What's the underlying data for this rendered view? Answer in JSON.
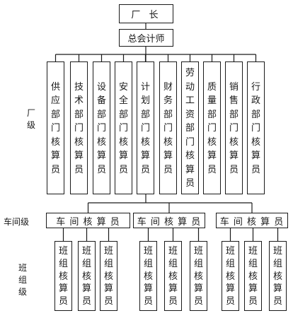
{
  "top": {
    "director": "厂 长",
    "chief_accountant": "总会计师"
  },
  "levels": {
    "factory": "厂\n级",
    "workshop": "车间级",
    "team": "班\n组\n级"
  },
  "departments": [
    "供应部门核算员",
    "技术部门核算员",
    "设备部门核算员",
    "安全部门核算员",
    "计划部门核算员",
    "财务部门核算员",
    "劳动工资部门核算员",
    "质量部门核算员",
    "销售部门核算员",
    "行政部门核算员"
  ],
  "workshops": [
    {
      "label": "车 间 核 算 员",
      "teams": [
        "班组核算员",
        "班组核算员",
        "班组核算员"
      ]
    },
    {
      "label": "车 间 核 算 员",
      "teams": [
        "班组核算员",
        "班组核算员",
        "班组核算员"
      ]
    },
    {
      "label": "车 间 核 算 员",
      "teams": [
        "班组核算员",
        "班组核算员",
        "班组核算员"
      ]
    }
  ]
}
